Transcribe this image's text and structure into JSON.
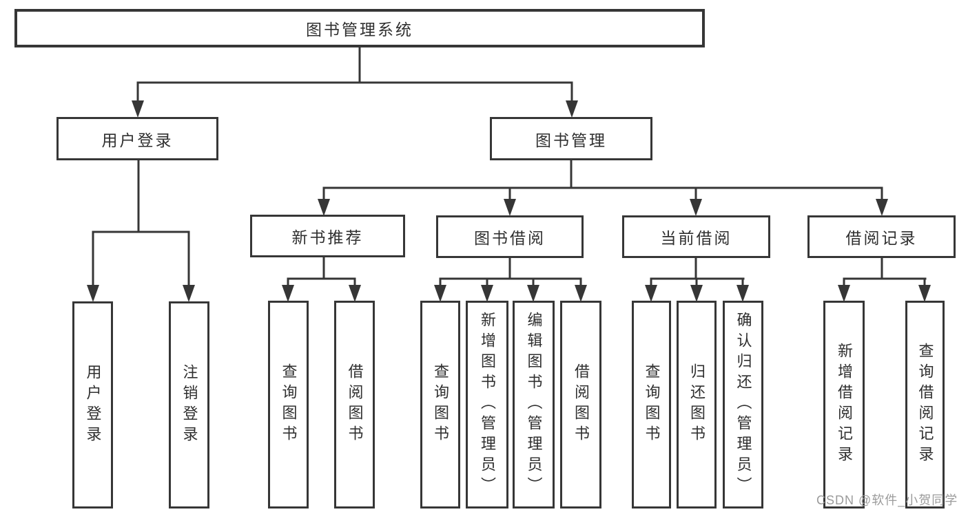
{
  "watermark": "CSDN @软件_小贺同学",
  "colors": {
    "line": "#363636",
    "text": "#2f2f2f",
    "watermark": "#9b9b9b",
    "background": "#ffffff"
  },
  "tree": {
    "root": {
      "label": "图书管理系统",
      "children": [
        {
          "label": "用户登录",
          "children": [
            {
              "label": "用户登录"
            },
            {
              "label": "注销登录"
            }
          ]
        },
        {
          "label": "图书管理",
          "children": [
            {
              "label": "新书推荐",
              "children": [
                {
                  "label": "查询图书"
                },
                {
                  "label": "借阅图书"
                }
              ]
            },
            {
              "label": "图书借阅",
              "children": [
                {
                  "label": "查询图书"
                },
                {
                  "label": "新增图书（管理员）"
                },
                {
                  "label": "编辑图书（管理员）"
                },
                {
                  "label": "借阅图书"
                }
              ]
            },
            {
              "label": "当前借阅",
              "children": [
                {
                  "label": "查询图书"
                },
                {
                  "label": "归还图书"
                },
                {
                  "label": "确认归还（管理员）"
                }
              ]
            },
            {
              "label": "借阅记录",
              "children": [
                {
                  "label": "新增借阅记录"
                },
                {
                  "label": "查询借阅记录"
                }
              ]
            }
          ]
        }
      ]
    }
  }
}
